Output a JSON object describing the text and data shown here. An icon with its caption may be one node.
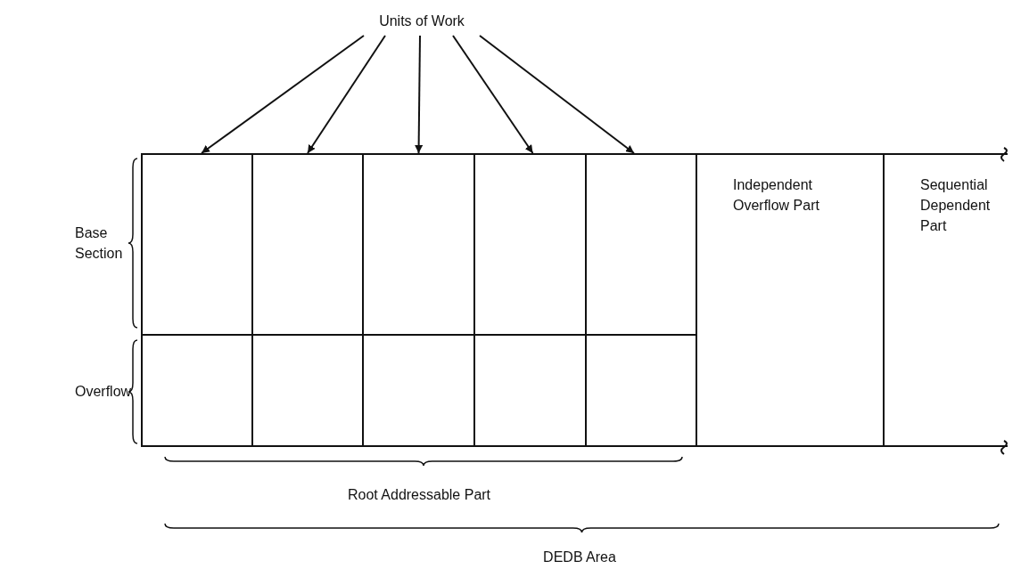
{
  "diagram": {
    "nodes": [
      {
        "text": [
          "Units of Work"
        ]
      },
      {
        "text": [],
        "shape": "box"
      },
      {
        "text": [],
        "shape": "box"
      },
      {
        "text": [],
        "shape": "box"
      },
      {
        "text": [],
        "shape": "box"
      },
      {
        "text": [],
        "shape": "box"
      },
      {
        "text": [
          "Independent Overflow Part"
        ]
      },
      {
        "text": [
          "Sequential Dependent Part"
        ]
      }
    ],
    "edges": [
      {
        "from": 0,
        "to": 1,
        "arrow": "to"
      },
      {
        "from": 0,
        "to": 2,
        "arrow": "to"
      },
      {
        "from": 0,
        "to": 3,
        "arrow": "to"
      },
      {
        "from": 0,
        "to": 4,
        "arrow": "to"
      },
      {
        "from": 0,
        "to": 5,
        "arrow": "to"
      }
    ],
    "labels": [
      "Base Section",
      "Overflow",
      "Root Addressable Part",
      "DEDB Area"
    ]
  }
}
